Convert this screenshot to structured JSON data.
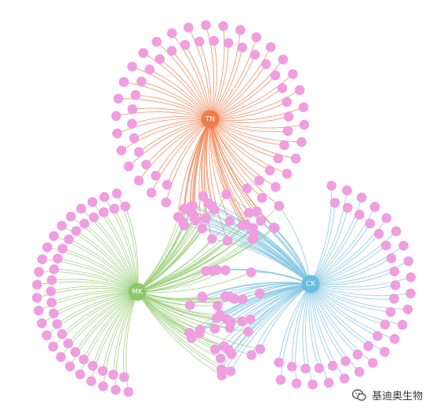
{
  "graph": {
    "hubs": [
      {
        "id": "TN",
        "label": "TN",
        "color": "#ef7d4c",
        "edge_color": "#f08a5a",
        "leaves": 58
      },
      {
        "id": "MK",
        "label": "MK",
        "color": "#8dc86a",
        "edge_color": "#9fd17f",
        "leaves": 46
      },
      {
        "id": "CK",
        "label": "CK",
        "color": "#6bbcdc",
        "edge_color": "#86c8e3",
        "leaves": 42
      }
    ],
    "shared_leaves": 68,
    "leaf_color": "#ef9ee0"
  },
  "watermark": {
    "text": "基迪奥生物"
  }
}
